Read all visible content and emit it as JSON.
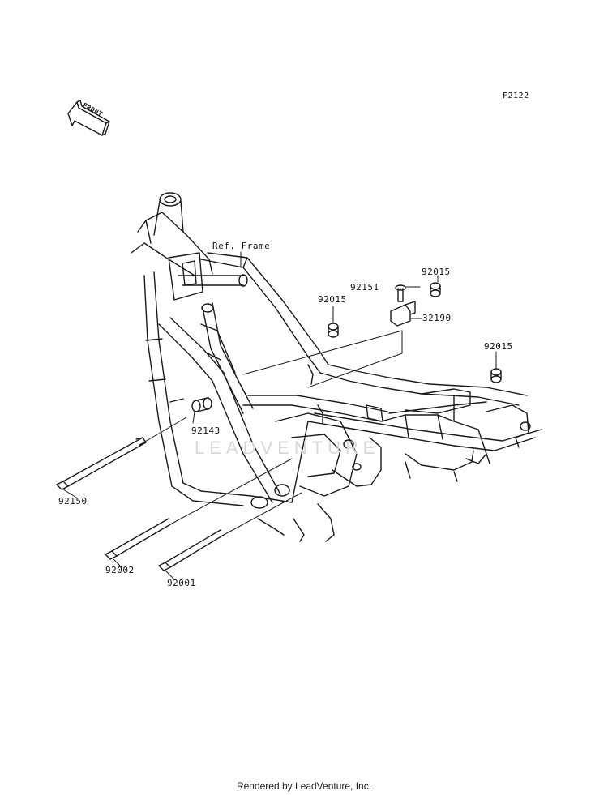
{
  "figure_code": "F2122",
  "front_label": "FRONT",
  "ref_frame_label": "Ref. Frame",
  "watermark_text": "LEADVENTURE",
  "footer": "Rendered by LeadVenture, Inc.",
  "parts": [
    {
      "id": "p1",
      "number": "92015"
    },
    {
      "id": "p2",
      "number": "92151"
    },
    {
      "id": "p3",
      "number": "92015"
    },
    {
      "id": "p4",
      "number": "32190"
    },
    {
      "id": "p5",
      "number": "92015"
    },
    {
      "id": "p6",
      "number": "92143"
    },
    {
      "id": "p7",
      "number": "92150"
    },
    {
      "id": "p8",
      "number": "92002"
    },
    {
      "id": "p9",
      "number": "92001"
    }
  ]
}
